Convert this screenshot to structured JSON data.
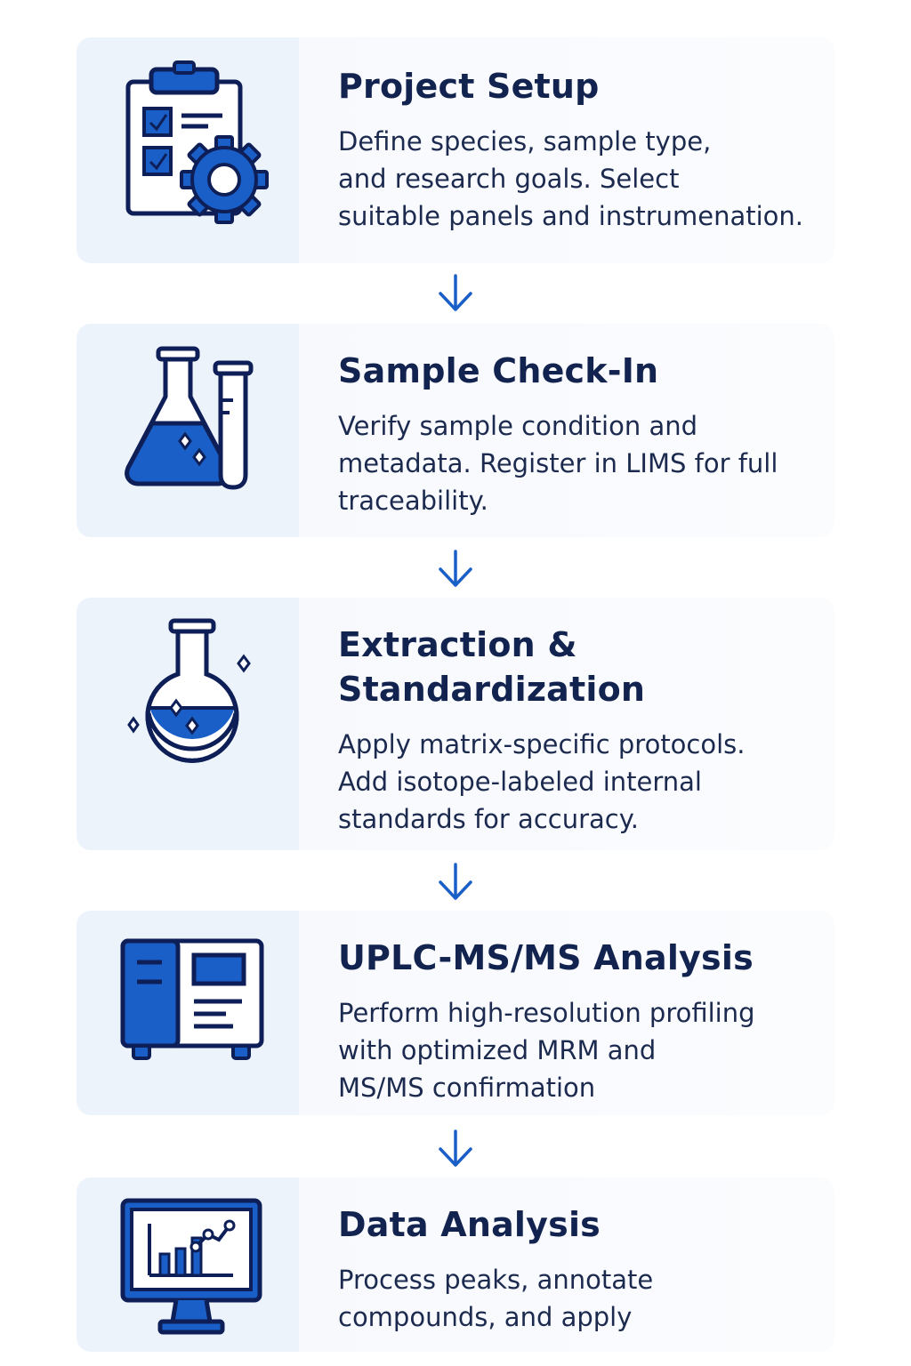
{
  "colors": {
    "accent": "#1a5fc8",
    "outline": "#0e1f57",
    "title": "#12234f",
    "card_bg": "#edf3fb"
  },
  "steps": [
    {
      "title": "Project Setup",
      "description": "Define species, sample type,\nand research goals. Select\nsuitable panels and instrumenation.",
      "icon": "clipboard-gear-icon"
    },
    {
      "title": "Sample Check-In",
      "description": "Verify sample condition and\nmetadata. Register in LIMS for full\ntraceability.",
      "icon": "flask-tube-icon"
    },
    {
      "title": "Extraction &\nStandardization",
      "description": "Apply matrix-specific protocols.\nAdd isotope-labeled internal\nstandards for accuracy.",
      "icon": "round-flask-icon"
    },
    {
      "title": "UPLC-MS/MS Analysis",
      "description": "Perform high-resolution profiling\nwith optimized MRM and\nMS/MS confirmation",
      "icon": "instrument-icon"
    },
    {
      "title": "Data Analysis",
      "description": "Process peaks, annotate\ncompounds, and apply",
      "icon": "monitor-chart-icon"
    }
  ]
}
